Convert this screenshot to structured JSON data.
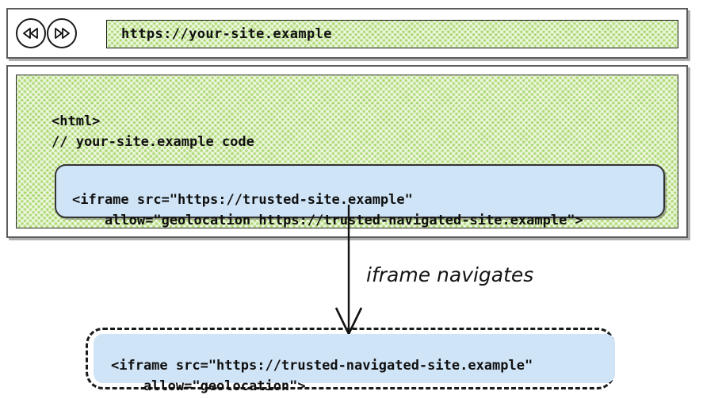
{
  "browser": {
    "back_icon": "rewind-double-left-icon",
    "forward_icon": "fast-forward-double-right-icon",
    "url": "https://your-site.example"
  },
  "page": {
    "code": "<html>\n// your-site.example code",
    "embedded_iframe": {
      "code": "<iframe src=\"https://trusted-site.example\"\n    allow=\"geolocation https://trusted-navigated-site.example\">"
    }
  },
  "annotation": {
    "label": "iframe navigates",
    "arrow_icon": "down-arrow-icon"
  },
  "navigated_iframe": {
    "code": "<iframe src=\"https://trusted-navigated-site.example\"\n    allow=\"geolocation\">"
  },
  "colors": {
    "page_background_hatch": "#b5dd7e",
    "iframe_fill": "#cfe4f7",
    "frame_border": "#5d5d5d",
    "ink": "#111111"
  }
}
